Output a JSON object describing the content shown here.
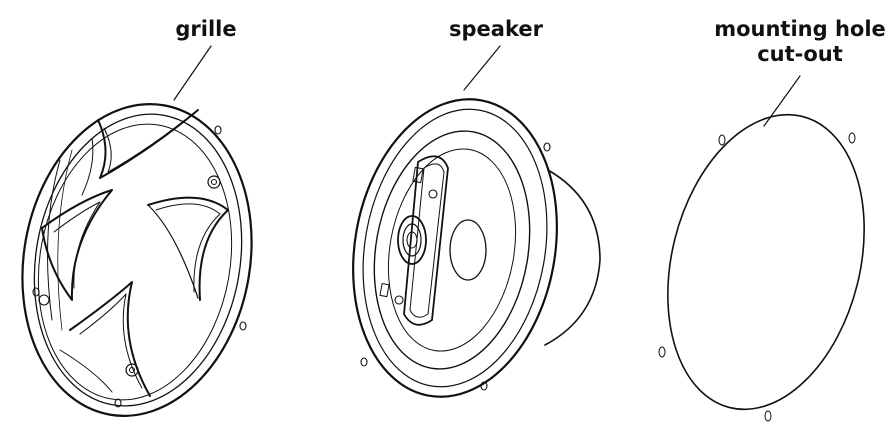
{
  "labels": {
    "grille": "grille",
    "speaker": "speaker",
    "cutout_line1": "mounting hole",
    "cutout_line2": "cut-out"
  },
  "colors": {
    "line": "#111111",
    "background": "#ffffff",
    "shade": "#555555"
  },
  "icons": {
    "grille": "speaker-grille-icon",
    "speaker": "coaxial-speaker-icon",
    "cutout": "mounting-cutout-outline-icon"
  }
}
